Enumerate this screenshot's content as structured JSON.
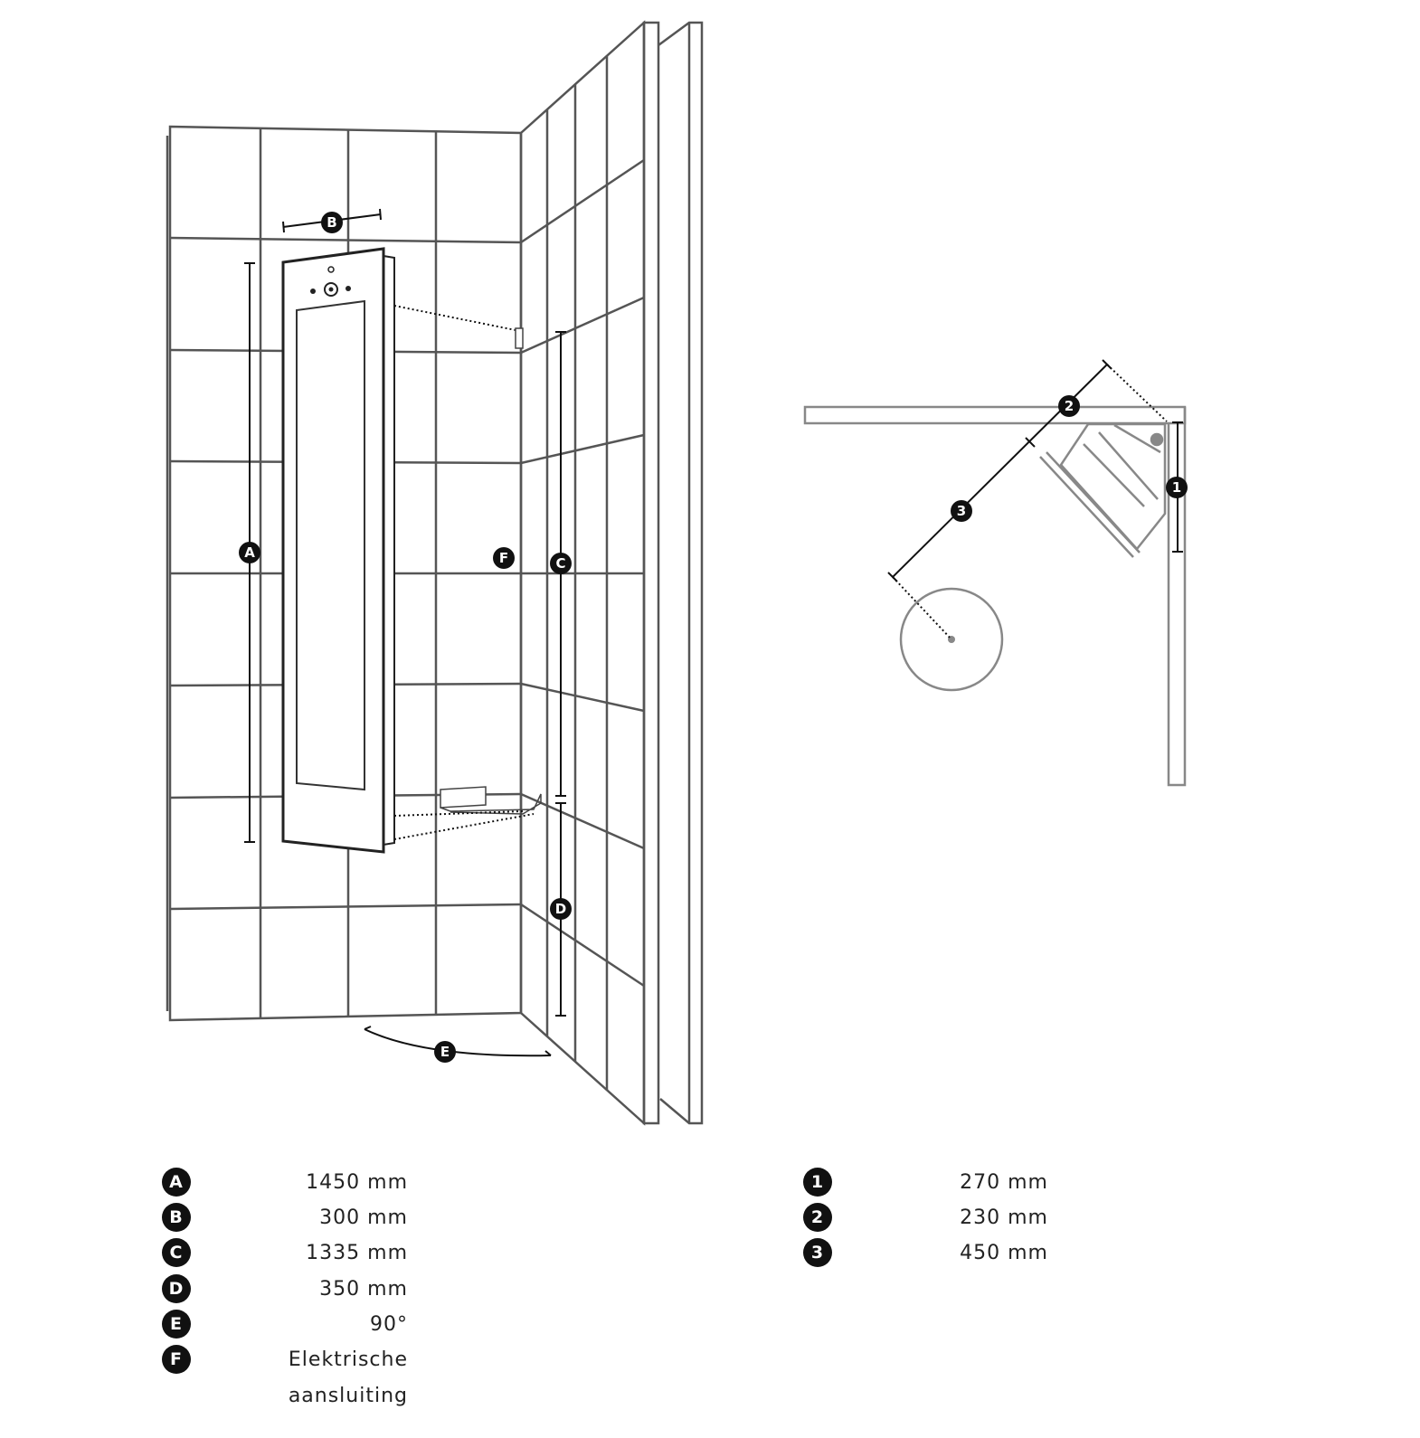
{
  "colors": {
    "line": "#555555",
    "plan": "#888888",
    "badge": "#111111"
  },
  "diagram_labels": {
    "A": "A",
    "B": "B",
    "C": "C",
    "D": "D",
    "E": "E",
    "F": "F",
    "n1": "1",
    "n2": "2",
    "n3": "3"
  },
  "legend_left": [
    {
      "key": "A",
      "value": "1450 mm"
    },
    {
      "key": "B",
      "value": "300 mm"
    },
    {
      "key": "C",
      "value": "1335 mm"
    },
    {
      "key": "D",
      "value": "350 mm"
    },
    {
      "key": "E",
      "value": "90°"
    },
    {
      "key": "F",
      "value": "Elektrische",
      "value2": "aansluiting"
    }
  ],
  "legend_right": [
    {
      "key": "1",
      "value": "270 mm"
    },
    {
      "key": "2",
      "value": "230 mm"
    },
    {
      "key": "3",
      "value": "450 mm"
    }
  ]
}
